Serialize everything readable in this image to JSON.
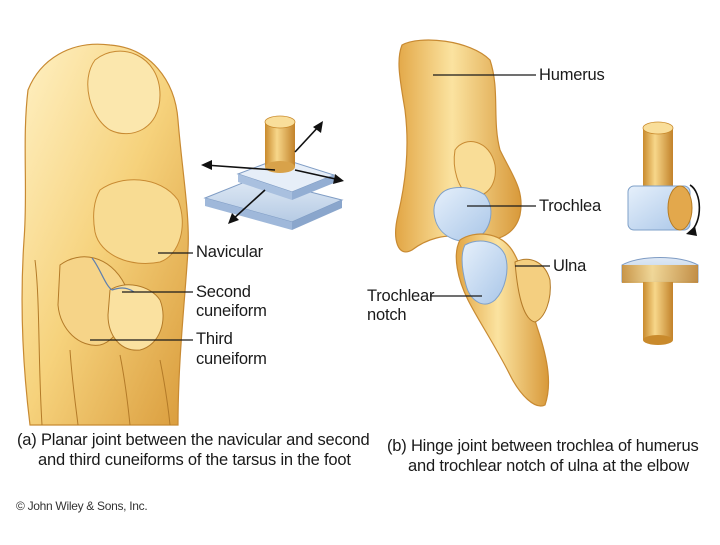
{
  "panel_a": {
    "labels": {
      "navicular": "Navicular",
      "second_cuneiform_1": "Second",
      "second_cuneiform_2": "cuneiform",
      "third_cuneiform_1": "Third",
      "third_cuneiform_2": "cuneiform"
    },
    "caption": {
      "line1": "(a) Planar joint between the navicular and second",
      "line2": "and third cuneiforms of the tarsus in the foot"
    }
  },
  "panel_b": {
    "labels": {
      "humerus": "Humerus",
      "trochlea": "Trochlea",
      "ulna": "Ulna",
      "trochlear_notch_1": "Trochlear",
      "trochlear_notch_2": "notch"
    },
    "caption": {
      "line1": "(b) Hinge joint between trochlea of humerus",
      "line2": "and trochlear notch of ulna at the elbow"
    }
  },
  "copyright": "© John Wiley & Sons, Inc.",
  "colors": {
    "bone_light": "#fbe6a8",
    "bone_mid": "#f2c96a",
    "bone_dark": "#d89c3a",
    "cartilage": "#c9ddf3",
    "leader_line": "#1a1a1a"
  }
}
